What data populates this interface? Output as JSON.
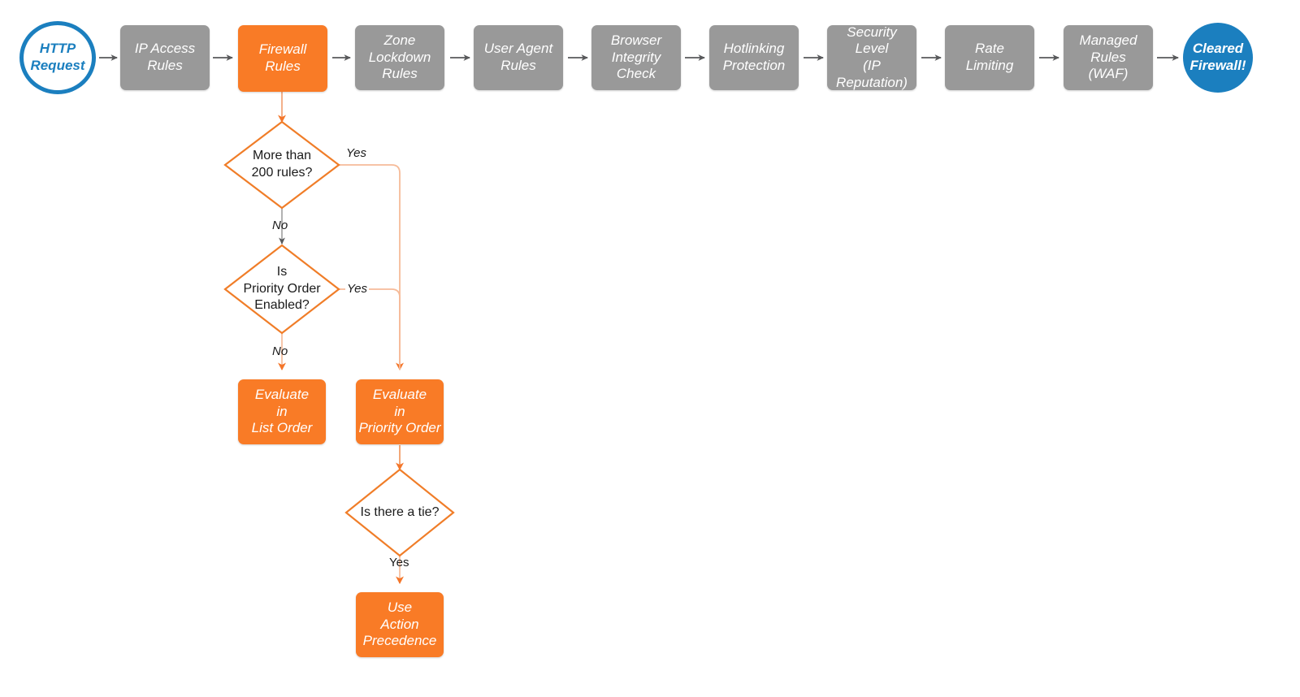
{
  "diagram": {
    "title": "Cloudflare Firewall Rules Evaluation Flow",
    "colors": {
      "orange": "#f97b26",
      "orange_line": "#f08a4f",
      "grey": "#999999",
      "grey_line": "#58595b",
      "blue": "#1b7fbf",
      "text_dark": "#1a1a1a",
      "background": "#ffffff"
    }
  },
  "pipeline": {
    "start": {
      "label": "HTTP\nRequest"
    },
    "steps": [
      {
        "label": "IP Access\nRules",
        "state": "inactive"
      },
      {
        "label": "Firewall\nRules",
        "state": "active"
      },
      {
        "label": "Zone\nLockdown\nRules",
        "state": "inactive"
      },
      {
        "label": "User Agent\nRules",
        "state": "inactive"
      },
      {
        "label": "Browser\nIntegrity\nCheck",
        "state": "inactive"
      },
      {
        "label": "Hotlinking\nProtection",
        "state": "inactive"
      },
      {
        "label": "Security\nLevel\n(IP Reputation)",
        "state": "inactive"
      },
      {
        "label": "Rate\nLimiting",
        "state": "inactive"
      },
      {
        "label": "Managed\nRules\n(WAF)",
        "state": "inactive"
      }
    ],
    "end": {
      "label": "Cleared\nFirewall!"
    }
  },
  "decisions": {
    "rule_count": {
      "label": "More than\n200 rules?"
    },
    "priority_order": {
      "label": "Is\nPriority Order\nEnabled?"
    },
    "tie": {
      "label": "Is there a tie?"
    }
  },
  "outcomes": {
    "list_order": {
      "label": "Evaluate\nin\nList Order"
    },
    "priority_order": {
      "label": "Evaluate\nin\nPriority Order"
    },
    "action_precedence": {
      "label": "Use\nAction\nPrecedence"
    }
  },
  "edge_labels": {
    "rule_count_yes": "Yes",
    "rule_count_no": "No",
    "priority_yes": "Yes",
    "priority_no": "No",
    "tie_yes": "Yes"
  }
}
